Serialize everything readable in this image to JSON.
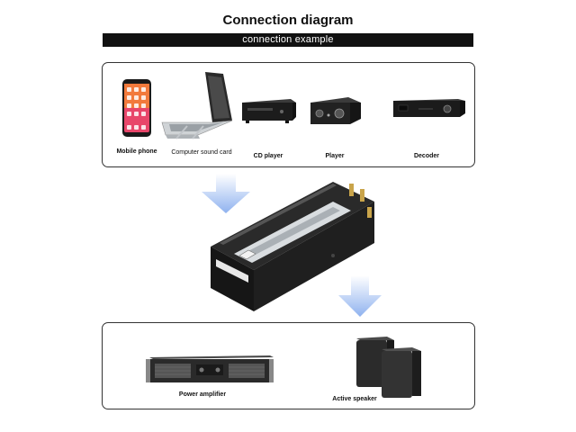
{
  "header": {
    "title": "Connection diagram",
    "subtitle": "connection example"
  },
  "sources": [
    {
      "label": "Mobile phone"
    },
    {
      "label": "Computer sound card"
    },
    {
      "label": "CD player"
    },
    {
      "label": "Player"
    },
    {
      "label": "Decoder"
    }
  ],
  "outputs": [
    {
      "label": "Power amplifier"
    },
    {
      "label": "Active speaker"
    }
  ],
  "colors": {
    "arrow": "#8fb2ef",
    "device_dark": "#1e1e1e",
    "panel_border": "#333333"
  }
}
